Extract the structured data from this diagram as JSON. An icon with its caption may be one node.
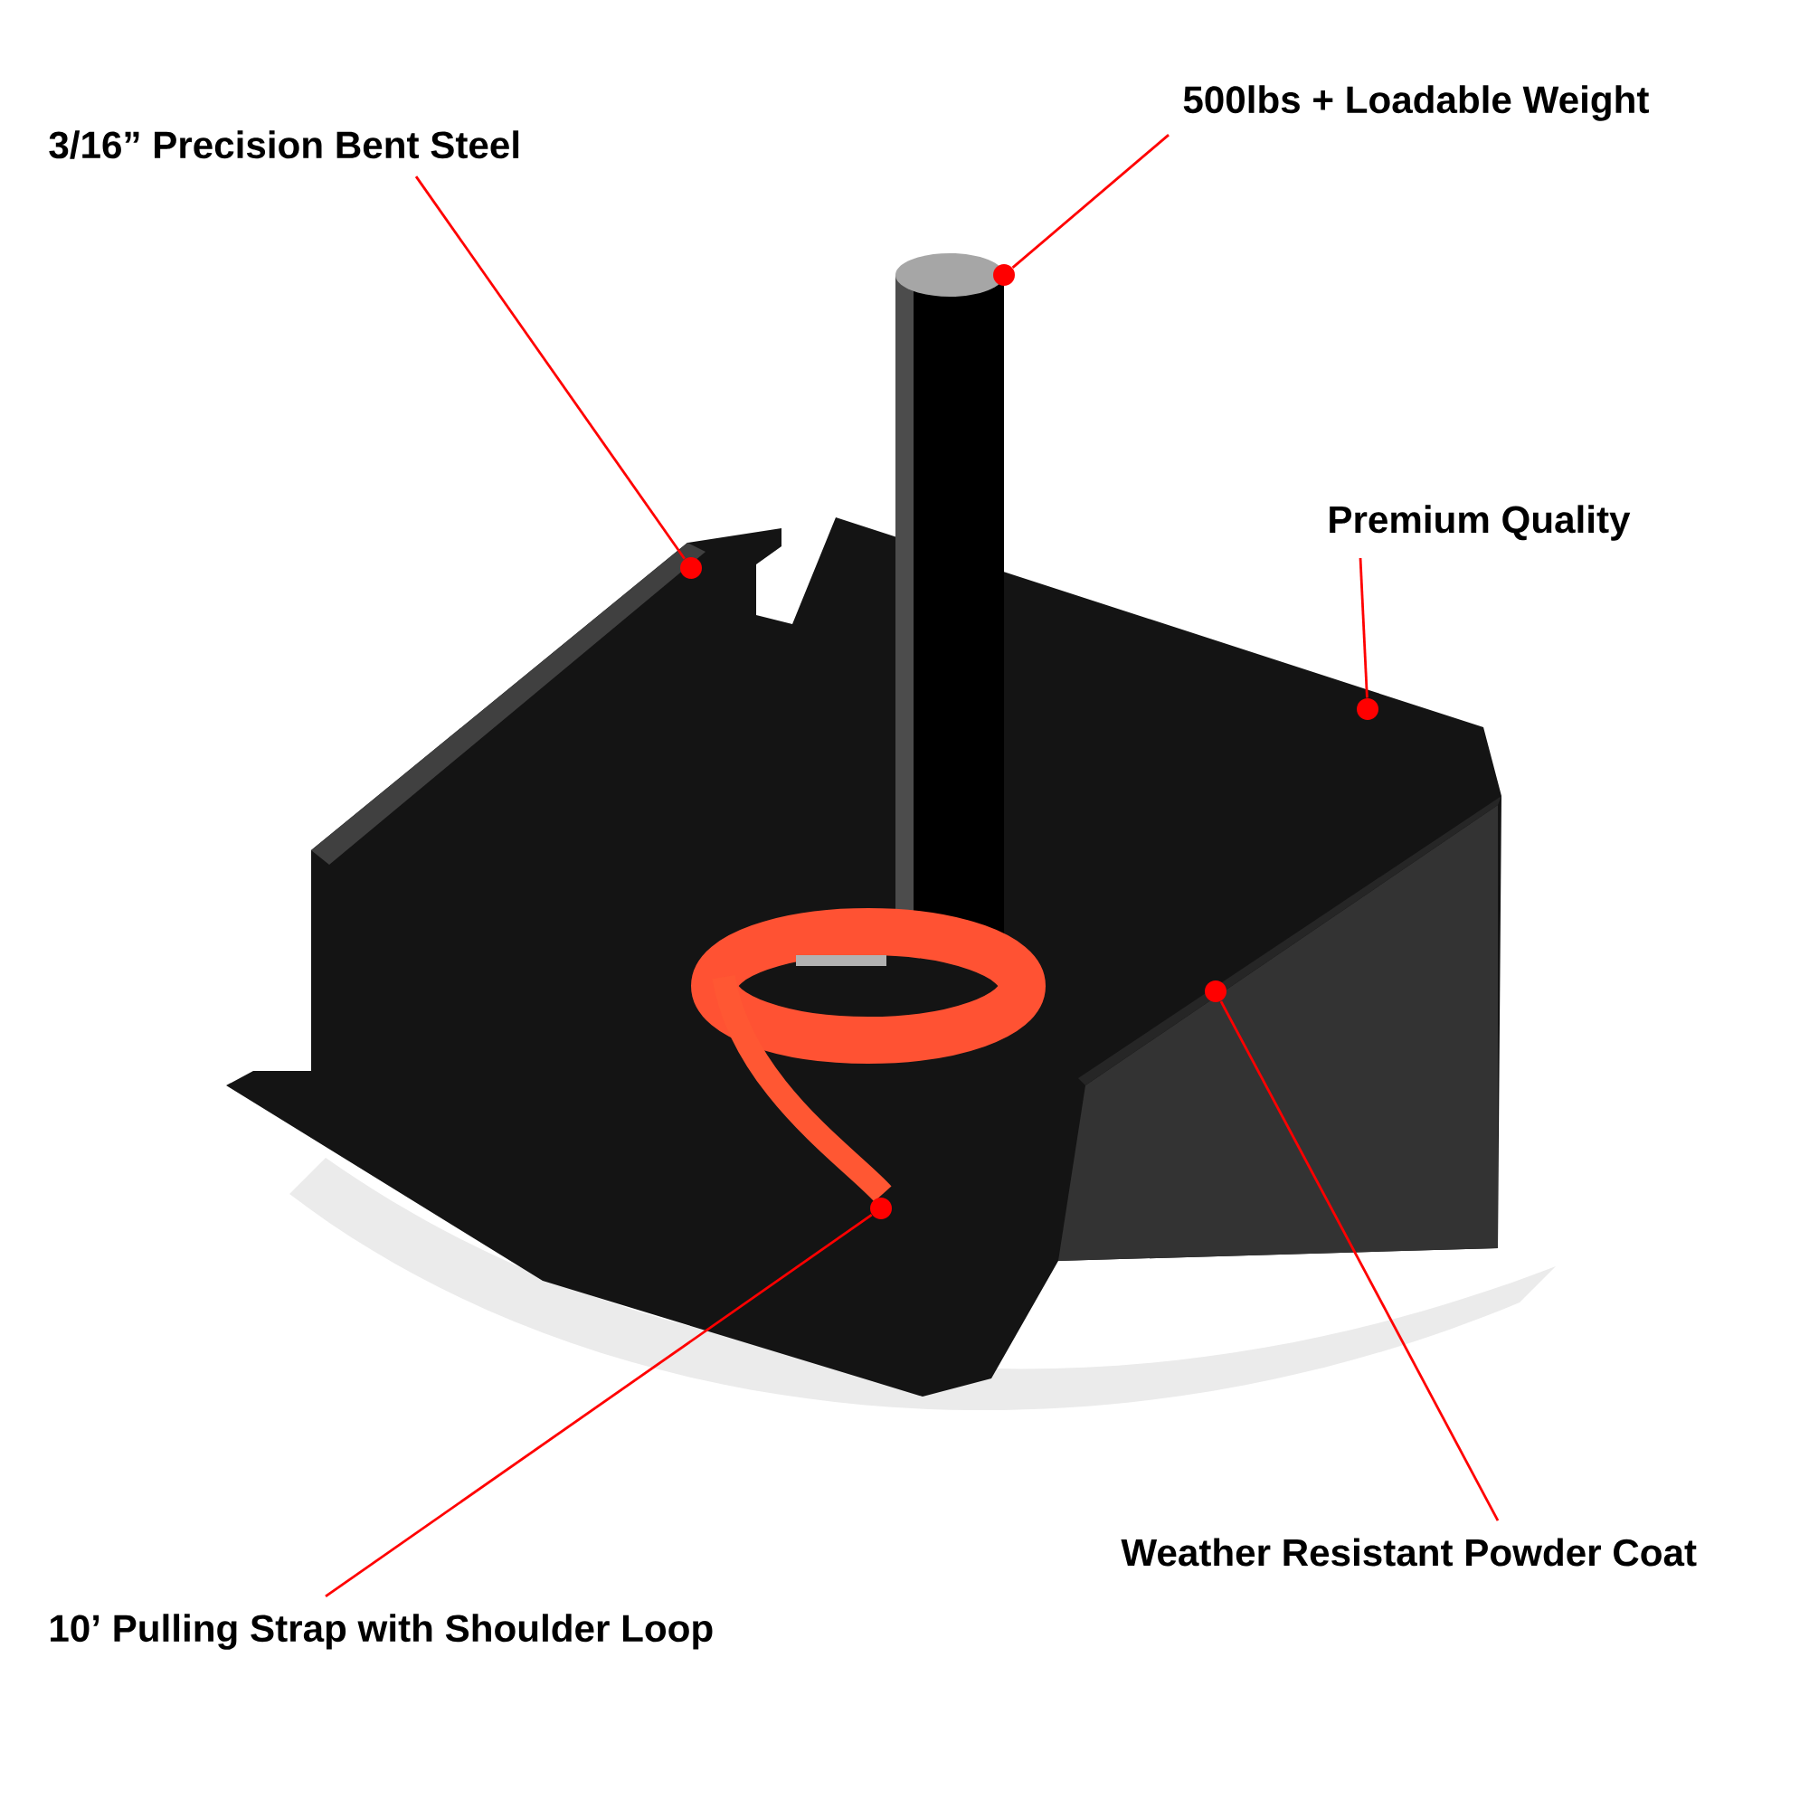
{
  "diagram": {
    "nodes": [
      {
        "text": [
          "3/16” Precision Bent Steel"
        ]
      },
      {
        "text": [
          "500lbs + Loadable Weight"
        ]
      },
      {
        "text": [
          "Premium Quality"
        ]
      },
      {
        "text": [
          "Weather Resistant Powder Coat"
        ]
      },
      {
        "text": [
          "10’ Pulling Strap with Shoulder Loop"
        ]
      },
      {
        "text": [],
        "shape": "circle"
      },
      {
        "text": [],
        "shape": "circle"
      },
      {
        "text": [],
        "shape": "circle"
      },
      {
        "text": [],
        "shape": "circle"
      },
      {
        "text": [],
        "shape": "circle"
      }
    ],
    "edges": [
      {
        "from": 0,
        "to": 5,
        "arrow": "none"
      },
      {
        "from": 1,
        "to": 6,
        "arrow": "none"
      },
      {
        "from": 2,
        "to": 7,
        "arrow": "none"
      },
      {
        "from": 3,
        "to": 8,
        "arrow": "none"
      },
      {
        "from": 4,
        "to": 9,
        "arrow": "none"
      }
    ]
  }
}
